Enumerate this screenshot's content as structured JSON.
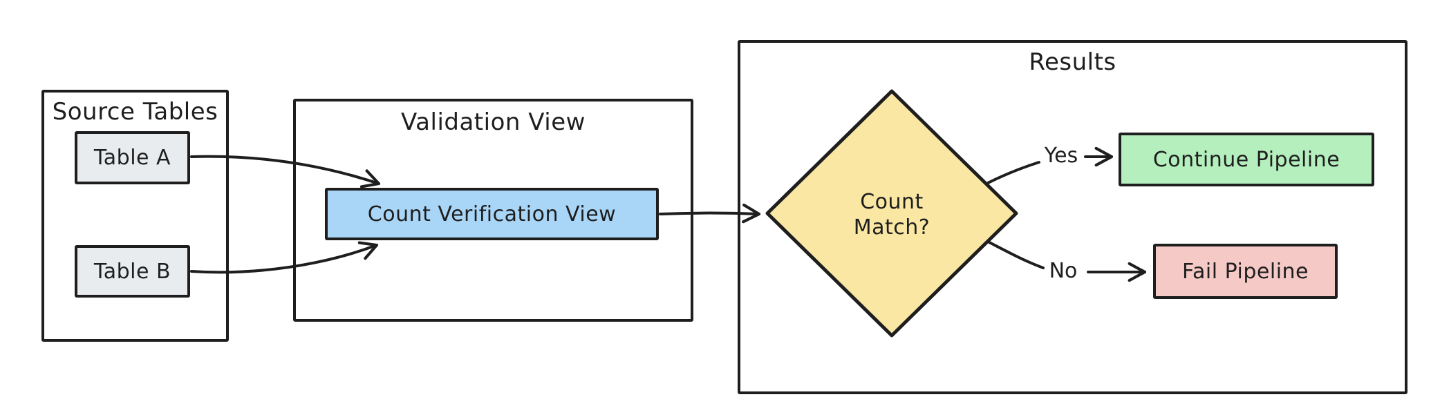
{
  "diagram": {
    "groups": {
      "source": {
        "title": "Source Tables",
        "nodes": {
          "table_a": {
            "label": "Table A"
          },
          "table_b": {
            "label": "Table B"
          }
        }
      },
      "validation": {
        "title": "Validation View",
        "nodes": {
          "count_view": {
            "label": "Count Verification View"
          }
        }
      },
      "results": {
        "title": "Results",
        "nodes": {
          "decision": {
            "label_line1": "Count",
            "label_line2": "Match?"
          },
          "continue": {
            "label": "Continue Pipeline"
          },
          "fail": {
            "label": "Fail Pipeline"
          }
        }
      }
    },
    "edges": {
      "yes_label": "Yes",
      "no_label": "No"
    },
    "colors": {
      "ink": "#1e1e1e",
      "background": "#ffffff",
      "table_gray": "#e9ecef",
      "count_view_blue": "#a9d6f7",
      "decision_yellow": "#f9e7a3",
      "continue_green": "#b5efbe",
      "fail_pink": "#f5c9c6"
    }
  }
}
